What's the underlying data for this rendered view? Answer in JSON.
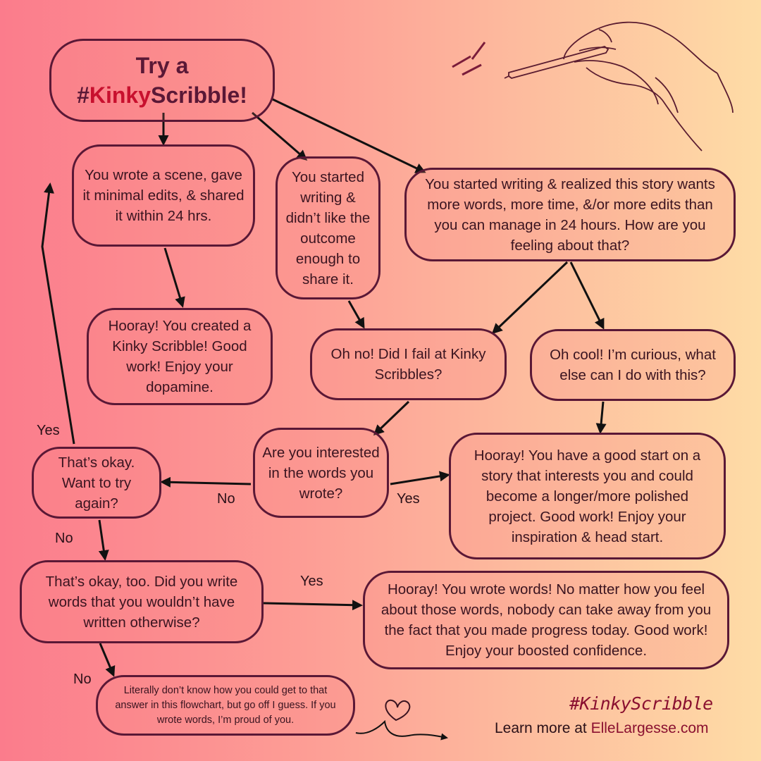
{
  "title": {
    "line1": "Try a",
    "hash": "#",
    "kinky": "Kinky",
    "scribble": "Scribble!"
  },
  "nodes": {
    "wrote_scene": "You wrote a scene, gave it minimal edits, & shared it within 24 hrs.",
    "started_didnt_like": "You started writing & didn’t like the outcome enough to share it.",
    "wants_more": "You started writing & realized this story wants more words, more time, &/or more edits than you can manage in 24 hours. How are you feeling about that?",
    "hooray_created": "Hooray! You created a Kinky Scribble! Good work! Enjoy your dopamine.",
    "oh_no": "Oh no! Did I fail at Kinky Scribbles?",
    "oh_cool": "Oh cool! I’m curious, what else can I do with this?",
    "interested": "Are you interested in the words you wrote?",
    "thats_okay": "That’s okay. Want to try again?",
    "hooray_good_start": "Hooray! You have a good start on a story that interests you and could become a longer/more polished project. Good work! Enjoy your inspiration & head start.",
    "thats_okay_too": "That’s okay, too. Did you write words that you wouldn’t have written otherwise?",
    "hooray_wrote_words": "Hooray! You wrote words! No matter how you feel about those words, nobody can take away from you the fact that you made progress today. Good work! Enjoy your boosted confidence.",
    "literally": "Literally don’t know how you could get to that answer in this flowchart, but go off I guess. If you wrote words, I’m proud of you."
  },
  "edge_labels": {
    "yes_try_again": "Yes",
    "no_interested": "No",
    "yes_interested": "Yes",
    "no_try_again": "No",
    "yes_words": "Yes",
    "no_words": "No"
  },
  "footer": {
    "hashtag": "#KinkyScribble",
    "learn_more": "Learn more at ",
    "site": "ElleLargesse.com"
  },
  "colors": {
    "accent": "#c8102e",
    "border": "#5a1836",
    "link": "#8a1030"
  },
  "icons": [
    "hand-pencil-icon",
    "heart-arrow-icon"
  ]
}
